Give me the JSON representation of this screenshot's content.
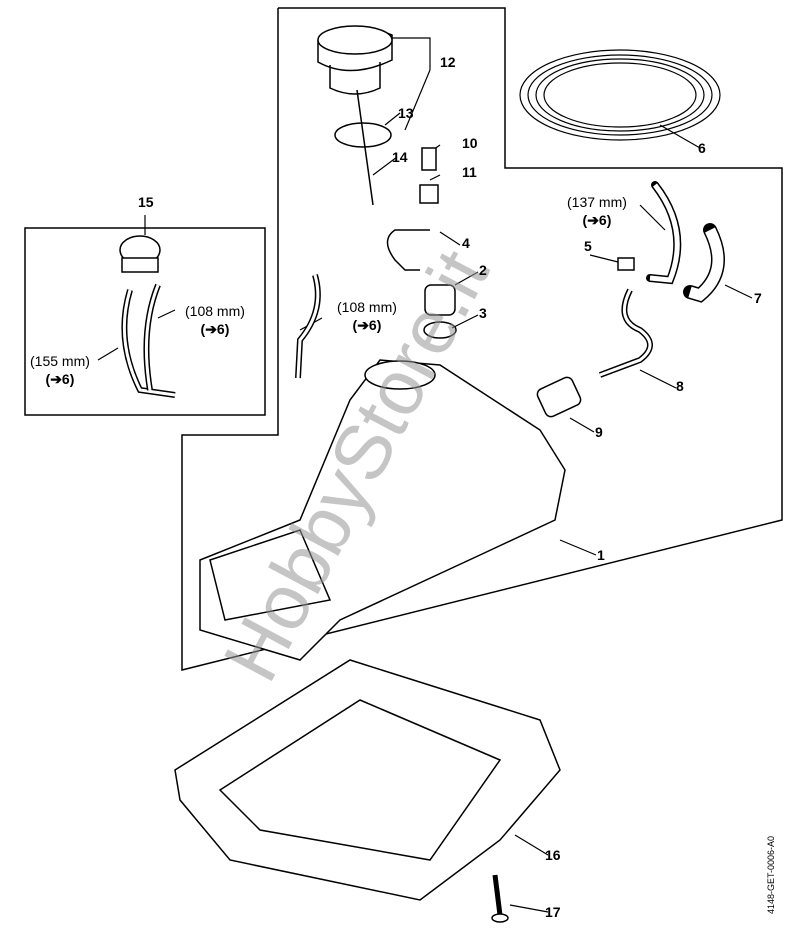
{
  "labels": {
    "l1": "1",
    "l2": "2",
    "l3": "3",
    "l4": "4",
    "l5": "5",
    "l6": "6",
    "l7": "7",
    "l8": "8",
    "l9": "9",
    "l10": "10",
    "l11": "11",
    "l12": "12",
    "l13": "13",
    "l14": "14",
    "l15": "15",
    "l16": "16",
    "l17": "17"
  },
  "measurements": {
    "m137": "(137 mm)",
    "m137_ref": "(➔6)",
    "m108a": "(108 mm)",
    "m108a_ref": "(➔6)",
    "m108b": "(108 mm)",
    "m108b_ref": "(➔6)",
    "m155": "(155 mm)",
    "m155_ref": "(➔6)"
  },
  "watermark": "HobbyStore.it",
  "drawing_code": "4148-GET-0006-A0"
}
